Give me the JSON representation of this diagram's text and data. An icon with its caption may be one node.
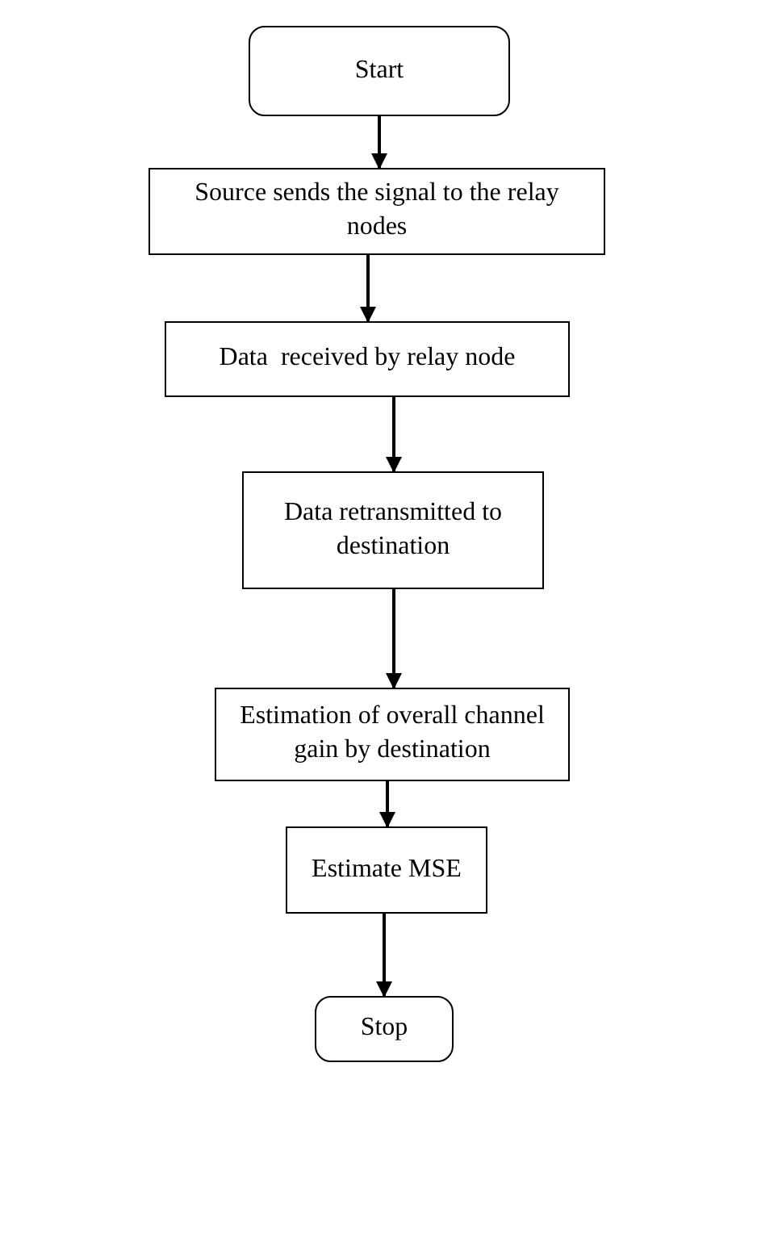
{
  "diagram": {
    "nodes": [
      {
        "text": [
          "Start"
        ]
      },
      {
        "text": [
          "Source sends the signal to the relay nodes"
        ]
      },
      {
        "text": [
          "Data  received by relay node"
        ]
      },
      {
        "text": [
          "Data retransmitted to destination"
        ]
      },
      {
        "text": [
          "Estimation of overall channel gain by destination"
        ]
      },
      {
        "text": [
          "Estimate MSE"
        ]
      },
      {
        "text": [
          "Stop"
        ]
      }
    ],
    "edges": [
      {
        "from": 0,
        "to": 1,
        "arrow": "to"
      },
      {
        "from": 1,
        "to": 2,
        "arrow": "to"
      },
      {
        "from": 2,
        "to": 3,
        "arrow": "to"
      },
      {
        "from": 3,
        "to": 4,
        "arrow": "to"
      },
      {
        "from": 4,
        "to": 5,
        "arrow": "to"
      },
      {
        "from": 5,
        "to": 6,
        "arrow": "to"
      }
    ]
  }
}
